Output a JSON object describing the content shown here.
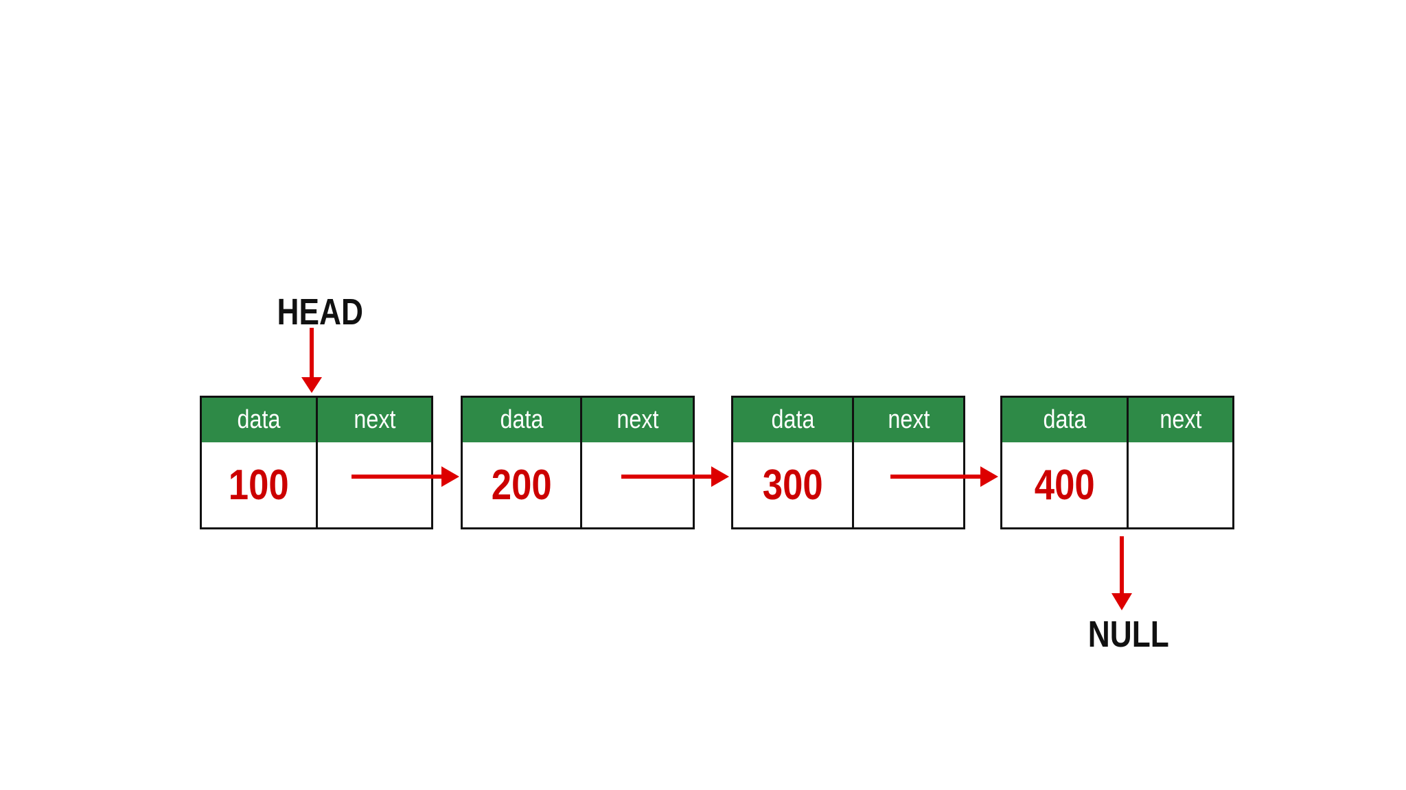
{
  "labels": {
    "head": "HEAD",
    "null": "NULL"
  },
  "nodes": [
    {
      "data_label": "data",
      "next_label": "next",
      "value": "100"
    },
    {
      "data_label": "data",
      "next_label": "next",
      "value": "200"
    },
    {
      "data_label": "data",
      "next_label": "next",
      "value": "300"
    },
    {
      "data_label": "data",
      "next_label": "next",
      "value": "400"
    }
  ],
  "colors": {
    "header_green": "#2e8a47",
    "value_red": "#cc0000",
    "arrow_red": "#dd0000",
    "border": "#111111",
    "background": "#ffffff"
  }
}
